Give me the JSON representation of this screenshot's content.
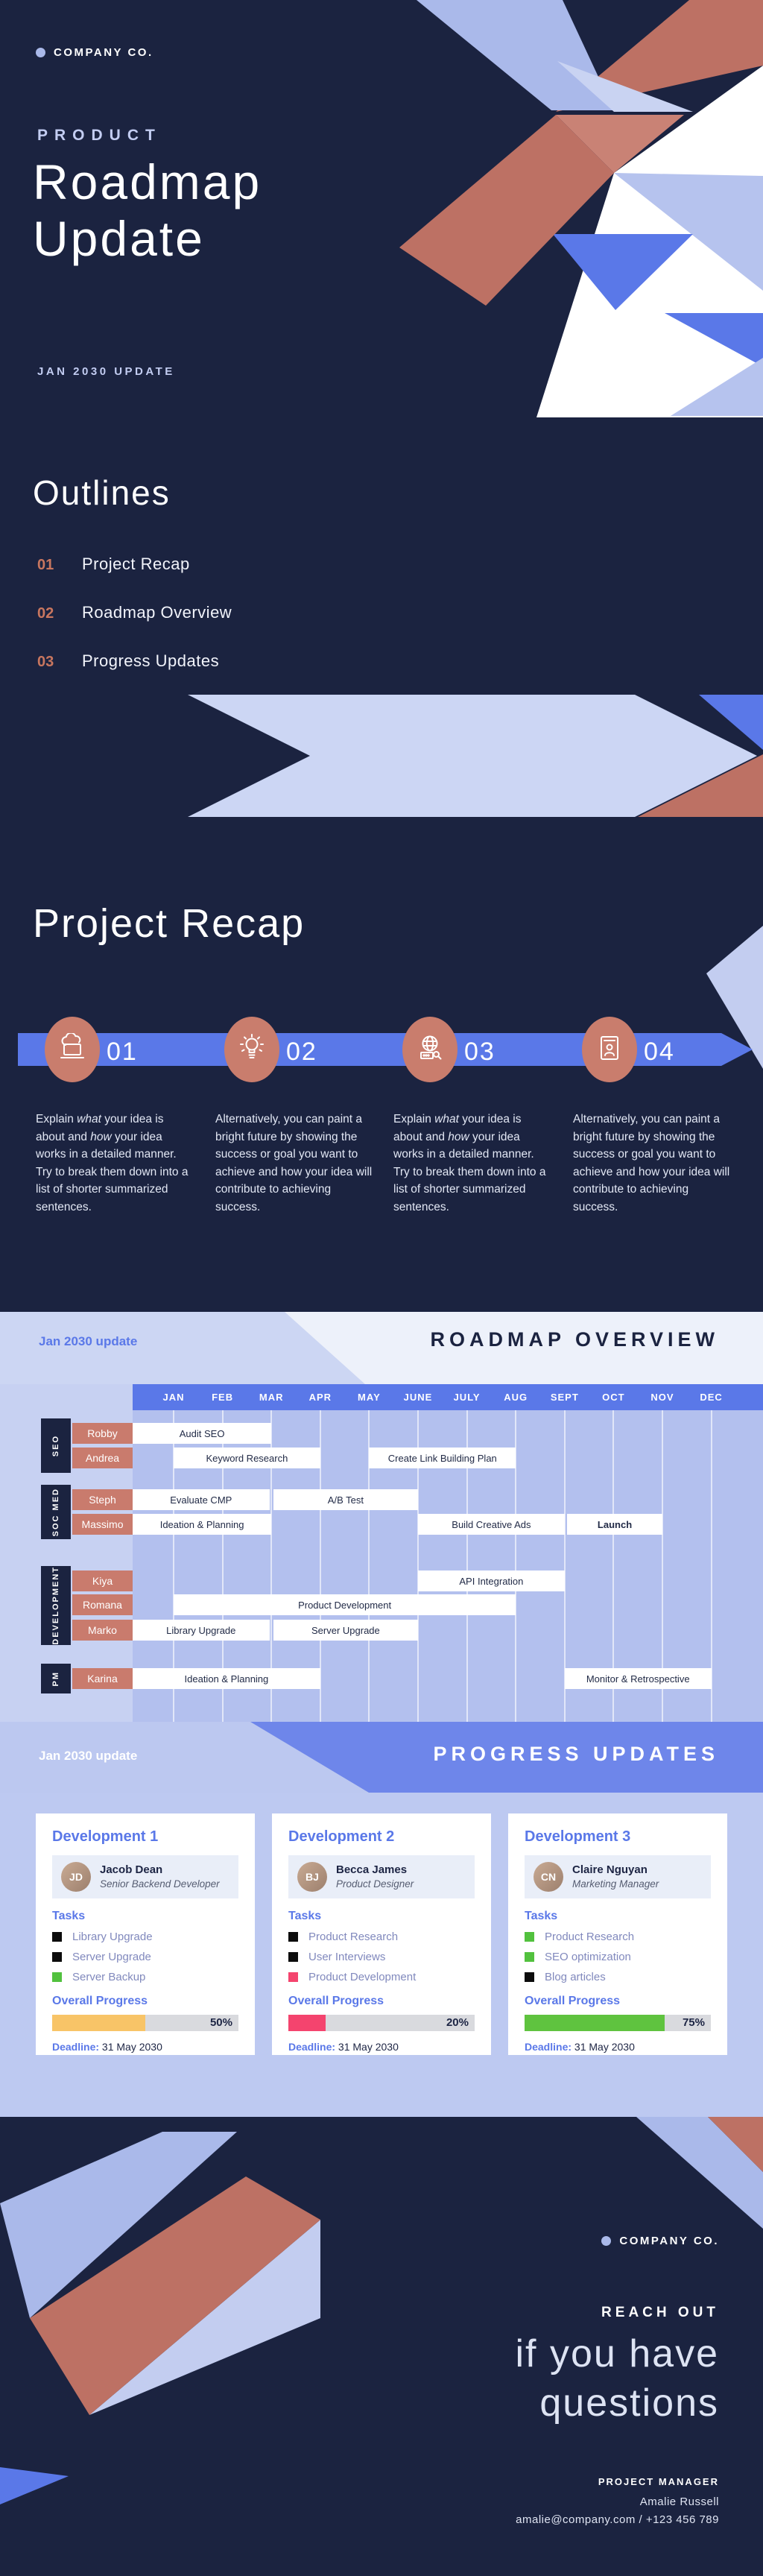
{
  "colors": {
    "navy": "#1b2340",
    "blue": "#5a78e8",
    "periwinkle": "#aab9ea",
    "pale_periwinkle": "#ccd6f3",
    "grid_bg": "#b3c0ee",
    "salmon": "#bd7164",
    "salmon_light": "#c98275",
    "name_cell": "#c97b6d",
    "card_area_bg": "#bdc9f1",
    "progress_orange": "#f8c467",
    "progress_pink": "#f4446e",
    "progress_green": "#5fc33f",
    "task_black": "#0c0c0c",
    "white": "#ffffff"
  },
  "header": {
    "logo": "COMPANY CO.",
    "eyebrow": "PRODUCT",
    "title1": "Roadmap",
    "title2": "Update",
    "update_label": "JAN 2030 UPDATE"
  },
  "outlines": {
    "heading": "Outlines",
    "items": [
      {
        "num": "01",
        "label": "Project Recap"
      },
      {
        "num": "02",
        "label": "Roadmap Overview"
      },
      {
        "num": "03",
        "label": "Progress Updates"
      }
    ]
  },
  "recap": {
    "heading": "Project Recap",
    "steps": [
      {
        "num": "01",
        "icon": "cloud-computer-icon",
        "text": "a"
      },
      {
        "num": "02",
        "icon": "lightbulb-icon",
        "text": "b"
      },
      {
        "num": "03",
        "icon": "globe-search-icon",
        "text": "a"
      },
      {
        "num": "04",
        "icon": "id-card-icon",
        "text": "b"
      }
    ],
    "paragraphs": {
      "a": [
        {
          "t": "Explain "
        },
        {
          "t": "what",
          "i": 1
        },
        {
          "t": " your idea is about and "
        },
        {
          "t": "how",
          "i": 1
        },
        {
          "t": " your idea works in a detailed manner. Try to break them down into a list of shorter summarized sentences."
        }
      ],
      "b": [
        {
          "t": "Alternatively, you can paint a bright future by showing the success or goal you want to achieve and how your idea will contribute to achieving success."
        }
      ]
    }
  },
  "roadmap": {
    "update_label": "Jan 2030 update",
    "heading": "ROADMAP OVERVIEW",
    "months": [
      "JAN",
      "FEB",
      "MAR",
      "APR",
      "MAY",
      "JUNE",
      "JULY",
      "AUG",
      "SEPT",
      "OCT",
      "NOV",
      "DEC"
    ],
    "groups": [
      {
        "name": "SEO",
        "rows": [
          {
            "person": "Robby",
            "bars": [
              {
                "label": "Audit SEO",
                "start": -0.85,
                "end": 2
              }
            ]
          },
          {
            "person": "Andrea",
            "bars": [
              {
                "label": "Keyword Research",
                "start": 0,
                "end": 3
              },
              {
                "label": "Create Link Building Plan",
                "start": 4,
                "end": 7
              }
            ]
          }
        ]
      },
      {
        "name": "SOC MED",
        "rows": [
          {
            "person": "Steph",
            "bars": [
              {
                "label": "Evaluate CMP",
                "start": -0.85,
                "end": 1.96
              },
              {
                "label": "A/B Test",
                "start": 2.04,
                "end": 5
              }
            ]
          },
          {
            "person": "Massimo",
            "bars": [
              {
                "label": "Ideation & Planning",
                "start": -0.85,
                "end": 2
              },
              {
                "label": "Build Creative Ads",
                "start": 5,
                "end": 8
              },
              {
                "label": "Launch",
                "bold": 1,
                "start": 8.05,
                "end": 10
              }
            ]
          }
        ]
      },
      {
        "name": "DEVELOPMENT",
        "rows": [
          {
            "person": "Kiya",
            "bars": [
              {
                "label": "API Integration",
                "start": 5,
                "end": 8
              }
            ]
          },
          {
            "person": "Romana",
            "bars": [
              {
                "label": "Product Development",
                "start": 0,
                "end": 7
              }
            ]
          },
          {
            "person": "Marko",
            "bars": [
              {
                "label": "Library Upgrade",
                "start": -0.85,
                "end": 1.96
              },
              {
                "label": "Server Upgrade",
                "start": 2.04,
                "end": 5
              }
            ]
          }
        ]
      },
      {
        "name": "PM",
        "rows": [
          {
            "person": "Karina",
            "bars": [
              {
                "label": "Ideation & Planning",
                "start": -0.85,
                "end": 3
              },
              {
                "label": "Monitor & Retrospective",
                "start": 8,
                "end": 11
              }
            ]
          }
        ]
      }
    ]
  },
  "progress": {
    "update_label": "Jan 2030 update",
    "heading": "PROGRESS UPDATES",
    "tasks_label": "Tasks",
    "progress_label": "Overall Progress",
    "deadline_label": "Deadline:",
    "cards": [
      {
        "title": "Development 1",
        "person": "Jacob Dean",
        "role": "Senior Backend Developer",
        "initials": "JD",
        "tasks": [
          {
            "label": "Library Upgrade",
            "color": "#0c0c0c"
          },
          {
            "label": "Server Upgrade",
            "color": "#0c0c0c"
          },
          {
            "label": "Server Backup",
            "color": "#52c13e"
          }
        ],
        "percent": 50,
        "percent_label": "50%",
        "bar_color": "#f8c467",
        "deadline": "31 May 2030"
      },
      {
        "title": "Development 2",
        "person": "Becca James",
        "role": "Product Designer",
        "initials": "BJ",
        "tasks": [
          {
            "label": "Product Research",
            "color": "#0c0c0c"
          },
          {
            "label": "User Interviews",
            "color": "#0c0c0c"
          },
          {
            "label": "Product Development",
            "color": "#f4446e"
          }
        ],
        "percent": 20,
        "percent_label": "20%",
        "bar_color": "#f4446e",
        "deadline": "31 May 2030"
      },
      {
        "title": "Development 3",
        "person": "Claire Nguyan",
        "role": "Marketing Manager",
        "initials": "CN",
        "tasks": [
          {
            "label": "Product Research",
            "color": "#52c13e"
          },
          {
            "label": "SEO optimization",
            "color": "#52c13e"
          },
          {
            "label": "Blog articles",
            "color": "#0c0c0c"
          }
        ],
        "percent": 75,
        "percent_label": "75%",
        "bar_color": "#5fc33f",
        "deadline": "31 May 2030"
      }
    ]
  },
  "footer": {
    "logo": "COMPANY CO.",
    "reach_out": "REACH OUT",
    "big1": "if you have",
    "big2": "questions",
    "contact_title": "PROJECT MANAGER",
    "contact_name": "Amalie Russell",
    "contact_info": "amalie@company.com / +123 456 789"
  }
}
